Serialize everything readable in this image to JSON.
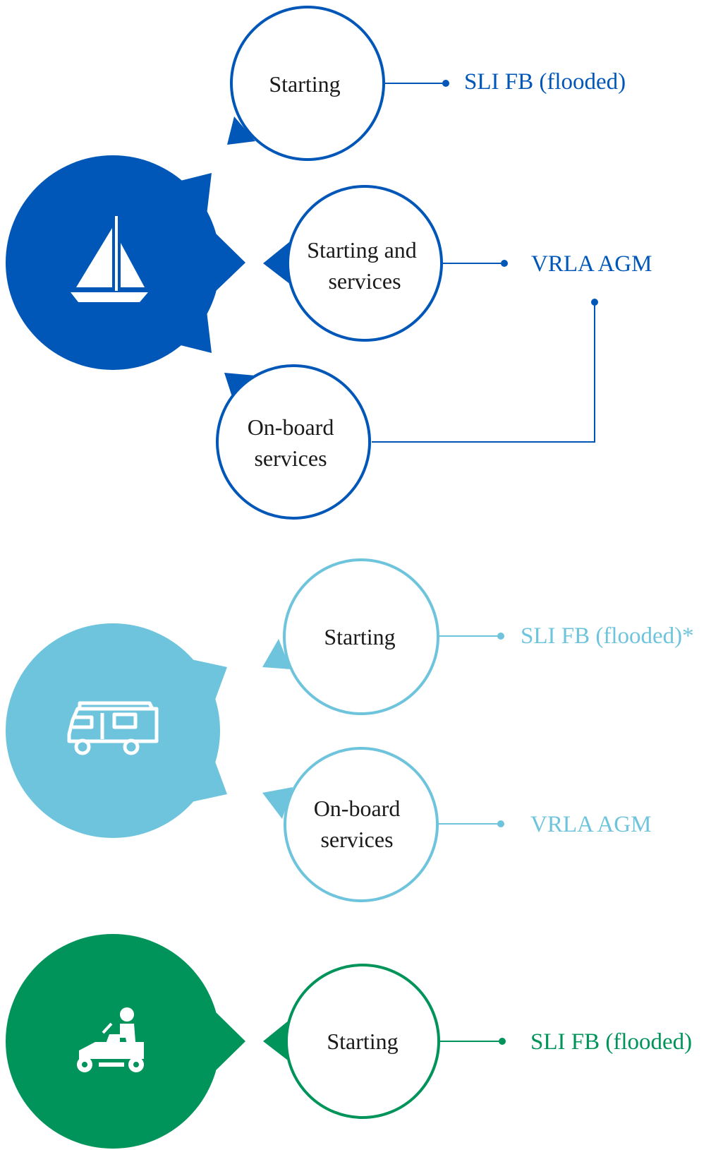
{
  "colors": {
    "marine": "#0057b8",
    "caravan": "#6ec4dc",
    "garden": "#00935a",
    "label_text": "#1a1a1a"
  },
  "groups": {
    "marine": {
      "icon": "sailboat-icon",
      "nodes": [
        {
          "lines": [
            "Starting"
          ]
        },
        {
          "lines": [
            "Starting and",
            "services"
          ]
        },
        {
          "lines": [
            "On-board",
            "services"
          ]
        }
      ],
      "results": [
        "SLI FB (flooded)",
        "VRLA AGM"
      ]
    },
    "caravan": {
      "icon": "camper-van-icon",
      "nodes": [
        {
          "lines": [
            "Starting"
          ]
        },
        {
          "lines": [
            "On-board",
            "services"
          ]
        }
      ],
      "results": [
        "SLI FB (flooded)*",
        "VRLA AGM"
      ]
    },
    "garden": {
      "icon": "ride-on-mower-icon",
      "nodes": [
        {
          "lines": [
            "Starting"
          ]
        }
      ],
      "results": [
        "SLI FB (flooded)"
      ]
    }
  }
}
